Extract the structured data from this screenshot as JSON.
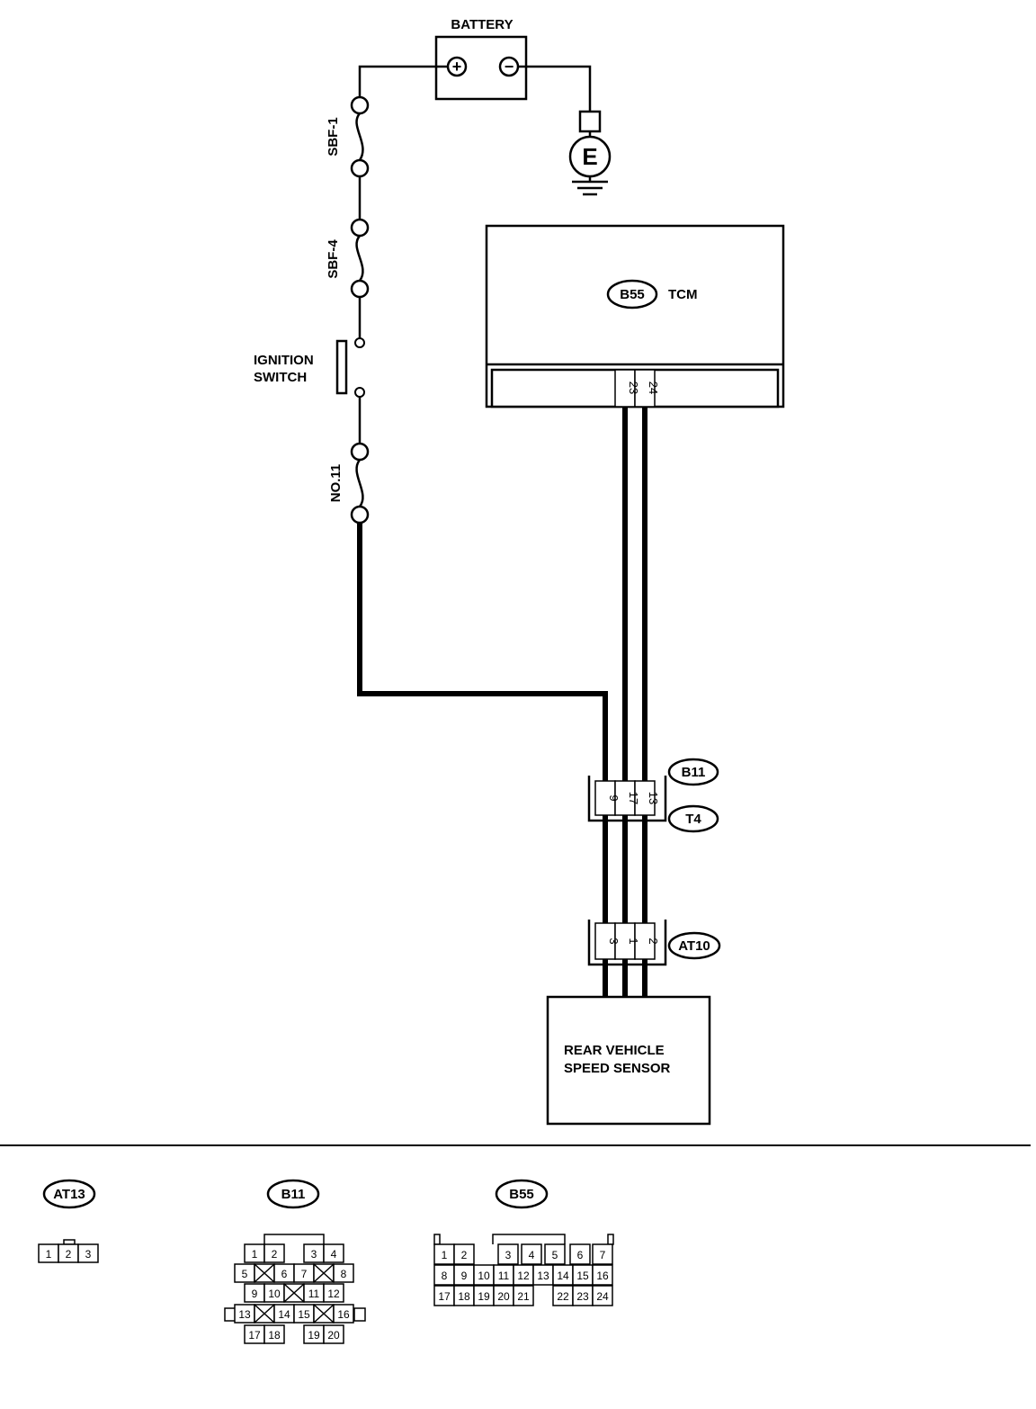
{
  "battery": {
    "label": "BATTERY",
    "plus": "+",
    "minus": "−"
  },
  "ground": {
    "label": "E"
  },
  "fuses": {
    "sbf1": "SBF-1",
    "sbf4": "SBF-4",
    "no11": "NO.11"
  },
  "ignition_switch": {
    "line1": "IGNITION",
    "line2": "SWITCH"
  },
  "tcm": {
    "connector": "B55",
    "label": "TCM",
    "pins": [
      "23",
      "24"
    ]
  },
  "connector_b11_t4": {
    "tag_top": "B11",
    "tag_bottom": "T4",
    "pins": [
      "9",
      "17",
      "13"
    ]
  },
  "connector_at10": {
    "tag": "AT10",
    "pins": [
      "3",
      "1",
      "2"
    ]
  },
  "sensor": {
    "line1": "REAR VEHICLE",
    "line2": "SPEED SENSOR"
  },
  "connector_views": {
    "at13": {
      "tag": "AT13",
      "pins": [
        "1",
        "2",
        "3"
      ]
    },
    "b11": {
      "tag": "B11",
      "rows": [
        [
          "1",
          "2",
          "3",
          "4"
        ],
        [
          "5",
          "6",
          "7",
          "8"
        ],
        [
          "9",
          "10",
          "11",
          "12"
        ],
        [
          "13",
          "14",
          "15",
          "16"
        ],
        [
          "17",
          "18",
          "19",
          "20"
        ]
      ]
    },
    "b55": {
      "tag": "B55",
      "rows": [
        [
          "1",
          "2",
          "3",
          "4",
          "5",
          "6",
          "7"
        ],
        [
          "8",
          "9",
          "10",
          "11",
          "12",
          "13",
          "14",
          "15",
          "16"
        ],
        [
          "17",
          "18",
          "19",
          "20",
          "21",
          "22",
          "23",
          "24"
        ]
      ]
    }
  }
}
